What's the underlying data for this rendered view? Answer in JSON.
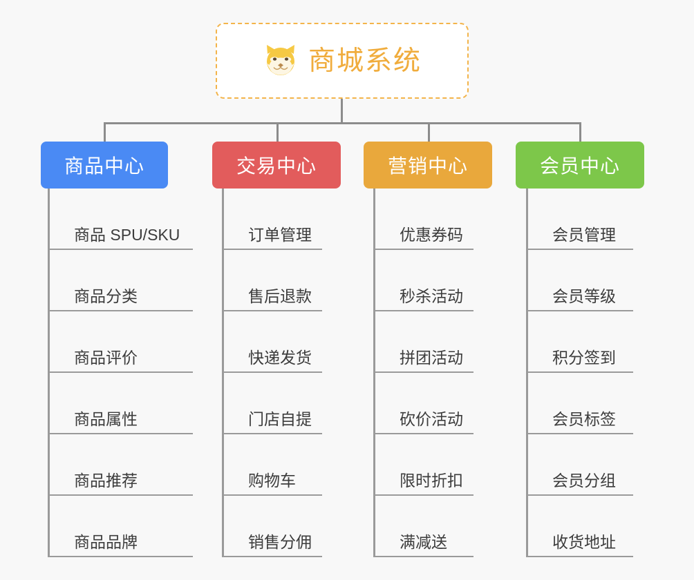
{
  "page": {
    "background_color": "#f8f8f8",
    "connector_color": "#8c8c8c",
    "leaf_rule_color": "#9a9a9a",
    "leaf_text_color": "#3c3c3c"
  },
  "root": {
    "title": "商城系统",
    "icon": "shiba-dog-icon",
    "text_color": "#f0ac3c",
    "border_color": "#f3b44a",
    "fill_color": "#ffffff"
  },
  "columns": [
    {
      "id": "product-center",
      "label": "商品中心",
      "color": "#4a8af4",
      "items": [
        "商品 SPU/SKU",
        "商品分类",
        "商品评价",
        "商品属性",
        "商品推荐",
        "商品品牌"
      ]
    },
    {
      "id": "trade-center",
      "label": "交易中心",
      "color": "#e25c5c",
      "items": [
        "订单管理",
        "售后退款",
        "快递发货",
        "门店自提",
        "购物车",
        "销售分佣"
      ]
    },
    {
      "id": "marketing-center",
      "label": "营销中心",
      "color": "#e9a83c",
      "items": [
        "优惠券码",
        "秒杀活动",
        "拼团活动",
        "砍价活动",
        "限时折扣",
        "满减送"
      ]
    },
    {
      "id": "member-center",
      "label": "会员中心",
      "color": "#7dc74a",
      "items": [
        "会员管理",
        "会员等级",
        "积分签到",
        "会员标签",
        "会员分组",
        "收货地址"
      ]
    }
  ]
}
